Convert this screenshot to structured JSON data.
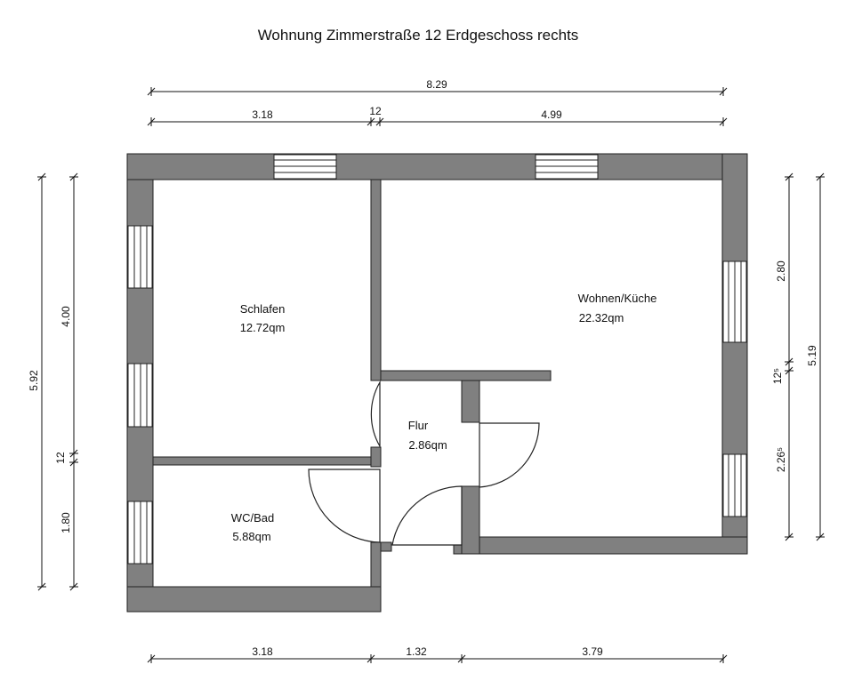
{
  "title": "Wohnung Zimmerstraße 12 Erdgeschoss rechts",
  "rooms": {
    "schlafen": {
      "name": "Schlafen",
      "area": "12.72qm"
    },
    "wohnen": {
      "name": "Wohnen/Küche",
      "area": "22.32qm"
    },
    "flur": {
      "name": "Flur",
      "area": "2.86qm"
    },
    "wc": {
      "name": "WC/Bad",
      "area": "5.88qm"
    }
  },
  "dimensions": {
    "top_total": "8.29",
    "top_left": "3.18",
    "top_mid": "12",
    "top_right": "4.99",
    "bottom_left": "3.18",
    "bottom_mid": "1.32",
    "bottom_right": "3.79",
    "left_total": "5.92",
    "left_upper": "4.00",
    "left_mid": "12",
    "left_lower": "1.80",
    "right_total": "5.19",
    "right_upper": "2.80",
    "right_mid": "12⁵",
    "right_lower": "2.26⁵"
  }
}
